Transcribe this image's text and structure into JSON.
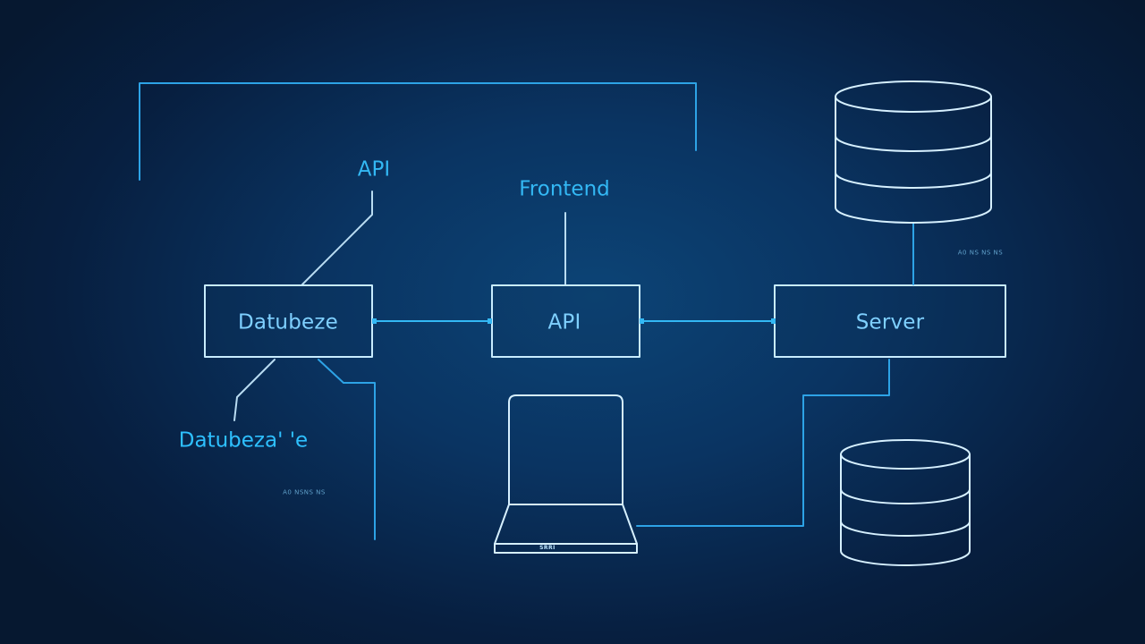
{
  "nodes": {
    "database_box": "Datubeze",
    "api_box": "API",
    "server_box": "Server"
  },
  "labels": {
    "api_top": "API",
    "frontend_top": "Frontend",
    "database_bottom": "Datubeza' 'e",
    "tiny_right": "A0 NS NS NS",
    "tiny_left": "A0 NSNS NS",
    "laptop_brand": "SRRI"
  },
  "colors": {
    "background": "#071a33",
    "stroke": "#c8ecff",
    "accent": "#33b8f4"
  }
}
